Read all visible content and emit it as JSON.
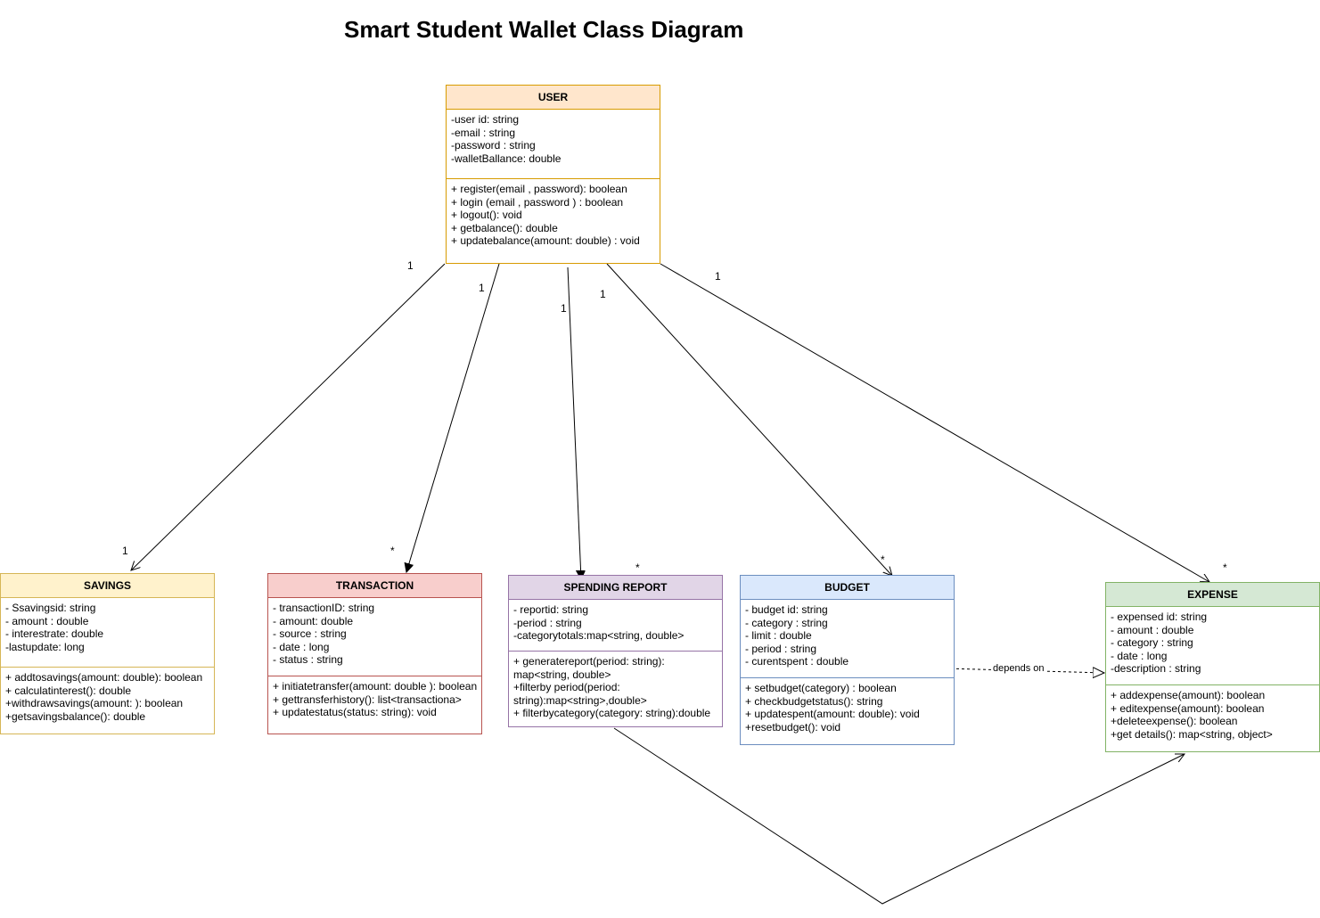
{
  "title": "Smart Student Wallet Class Diagram",
  "colors": {
    "user": {
      "fill": "#ffe6cc",
      "stroke": "#d79b00"
    },
    "savings": {
      "fill": "#fff2cc",
      "stroke": "#d6b656"
    },
    "transaction": {
      "fill": "#f8cecc",
      "stroke": "#b85450"
    },
    "report": {
      "fill": "#e1d5e7",
      "stroke": "#9673a6"
    },
    "budget": {
      "fill": "#dae8fc",
      "stroke": "#6c8ebf"
    },
    "expense": {
      "fill": "#d5e8d4",
      "stroke": "#82b366"
    }
  },
  "classes": {
    "user": {
      "name": "USER",
      "attributes": [
        "-user id: string",
        "-email : string",
        "-password : string",
        "-walletBallance: double"
      ],
      "methods": [
        "+ register(email , password): boolean",
        "+ login (email , password ) : boolean",
        "+ logout(): void",
        "+ getbalance(): double",
        "+ updatebalance(amount: double) : void"
      ]
    },
    "savings": {
      "name": "SAVINGS",
      "attributes": [
        "- Ssavingsid: string",
        "- amount : double",
        "- interestrate: double",
        "-lastupdate: long"
      ],
      "methods": [
        "+ addtosavings(amount: double): boolean",
        "+ calculatinterest(): double",
        "+withdrawsavings(amount: ): boolean",
        "+getsavingsbalance(): double"
      ]
    },
    "transaction": {
      "name": "TRANSACTION",
      "attributes": [
        "- transactionID: string",
        "- amount: double",
        "- source : string",
        "- date : long",
        "- status : string"
      ],
      "methods": [
        "+ initiatetransfer(amount: double ): boolean",
        "+ gettransferhistory(): list<transactiona>",
        "+ updatestatus(status: string): void"
      ]
    },
    "report": {
      "name": "SPENDING REPORT",
      "attributes": [
        "- reportid: string",
        "-period : string",
        "-categorytotals:map<string, double>"
      ],
      "methods": [
        "+ generatereport(period: string):",
        "map<string, double>",
        "+filterby period(period:",
        "string):map<string>,double>",
        "+ filterbycategory(category: string):double"
      ]
    },
    "budget": {
      "name": "BUDGET",
      "attributes": [
        "- budget id: string",
        "- category : string",
        "- limit : double",
        "- period : string",
        "- curentspent : double"
      ],
      "methods": [
        "+ setbudget(category) : boolean",
        "+ checkbudgetstatus(): string",
        "+ updatespent(amount: double): void",
        "+resetbudget(): void"
      ]
    },
    "expense": {
      "name": "EXPENSE",
      "attributes": [
        "- expensed id: string",
        "- amount : double",
        "- category : string",
        "- date : long",
        "-description : string"
      ],
      "methods": [
        "+ addexpense(amount): boolean",
        "+ editexpense(amount): boolean",
        "+deleteexpense(): boolean",
        "+get details(): map<string, object>"
      ]
    }
  },
  "multiplicities": {
    "user_savings_src": "1",
    "user_savings_dst": "1",
    "user_transaction_src": "1",
    "user_transaction_dst": "*",
    "user_report_src": "1",
    "user_report_dst": "*",
    "user_budget_src": "1",
    "user_budget_dst": "*",
    "user_expense_src": "1",
    "user_expense_dst": "*"
  },
  "dependency_label": "depends on"
}
